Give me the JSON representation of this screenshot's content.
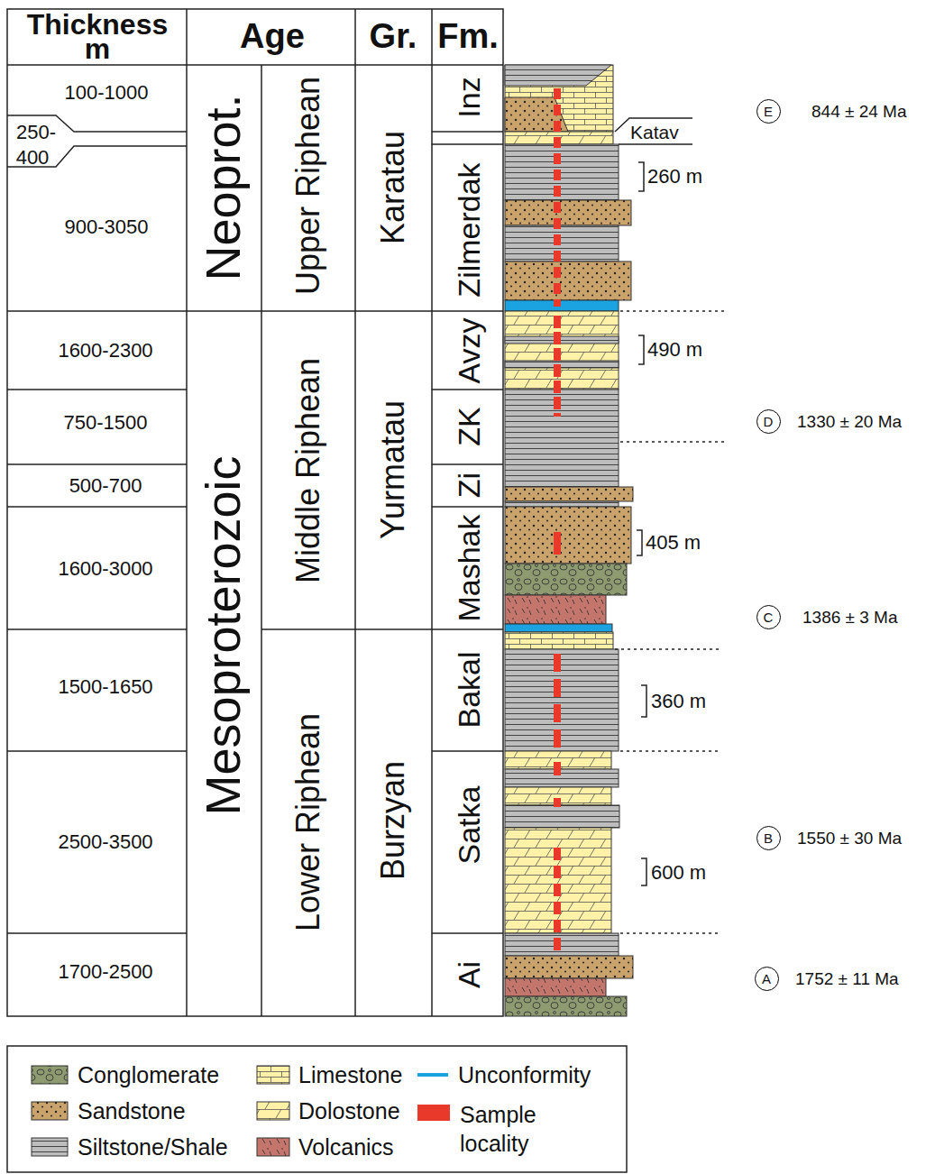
{
  "diagram": {
    "nodes": [
      {
        "text": [
          "E"
        ]
      },
      {
        "text": [
          "D"
        ]
      },
      {
        "text": [
          "C"
        ]
      },
      {
        "text": [
          "B"
        ]
      },
      {
        "text": [
          "A"
        ]
      }
    ],
    "labels": [
      "Thickness m",
      "Age",
      "Gr.",
      "Fm.",
      "100-1000",
      "250-",
      "400",
      "900-3050",
      "1600-2300",
      "750-1500",
      "500-700",
      "1600-3000",
      "1500-1650",
      "2500-3500",
      "1700-2500",
      "Neoprot.",
      "Mesoproterozoic",
      "Upper Riphean",
      "Middle Riphean",
      "Lower Riphean",
      "Karatau",
      "Yurmatau",
      "Burzyan",
      "Inz",
      "Zilmerdak",
      "Avzy",
      "ZK",
      "Zi",
      "Mashak",
      "Bakal",
      "Satka",
      "Ai",
      "Katav",
      "260 m",
      "490 m",
      "405 m",
      "360 m",
      "600 m",
      "844 ± 24 Ma",
      "1330 ± 20 Ma",
      "1386 ± 3 Ma",
      "1550 ± 30 Ma",
      "1752 ± 11 Ma"
    ],
    "legend": [
      {
        "text": "Conglomerate"
      },
      {
        "text": "Limestone"
      },
      {
        "text": "Unconformity"
      },
      {
        "text": "Sandstone"
      },
      {
        "text": "Dolostone"
      },
      {
        "text": "Sample locality",
        "color": "#e8392a"
      },
      {
        "text": "Siltstone/Shale"
      },
      {
        "text": "Volcanics"
      }
    ]
  }
}
